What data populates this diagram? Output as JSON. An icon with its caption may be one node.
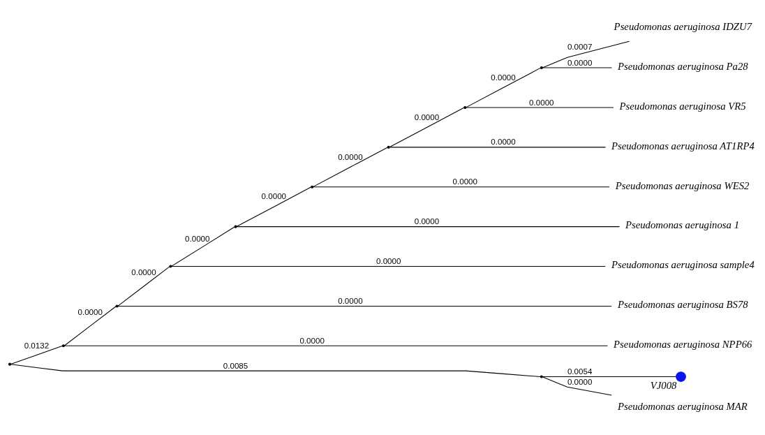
{
  "diagram": {
    "nodes": [
      {
        "text": [],
        "shape": "point"
      },
      {
        "text": [],
        "shape": "point"
      },
      {
        "text": [],
        "shape": "point"
      },
      {
        "text": [],
        "shape": "point"
      },
      {
        "text": [],
        "shape": "point"
      },
      {
        "text": [],
        "shape": "point"
      },
      {
        "text": [],
        "shape": "point"
      },
      {
        "text": [],
        "shape": "point"
      },
      {
        "text": [],
        "shape": "point"
      },
      {
        "text": [],
        "shape": "point"
      },
      {
        "text": [
          "Pseudomonas aeruginosa IDZU7"
        ]
      },
      {
        "text": [
          "Pseudomonas aeruginosa Pa28"
        ]
      },
      {
        "text": [
          "Pseudomonas aeruginosa VR5"
        ]
      },
      {
        "text": [
          "Pseudomonas aeruginosa AT1RP4"
        ]
      },
      {
        "text": [
          "Pseudomonas aeruginosa WES2"
        ]
      },
      {
        "text": [
          "Pseudomonas aeruginosa 1"
        ]
      },
      {
        "text": [
          "Pseudomonas aeruginosa sample4"
        ]
      },
      {
        "text": [
          "Pseudomonas aeruginosa BS78"
        ]
      },
      {
        "text": [
          "Pseudomonas aeruginosa NPP66"
        ]
      },
      {
        "text": [],
        "shape": "circle",
        "beside": [
          "VJ008"
        ]
      },
      {
        "text": [
          "Pseudomonas aeruginosa MAR"
        ]
      }
    ],
    "edges": [
      {
        "from": 0,
        "to": 1,
        "arrow": "none",
        "label": "0.0132"
      },
      {
        "from": 0,
        "to": 9,
        "arrow": "none",
        "label": "0.0085"
      },
      {
        "from": 1,
        "to": 2,
        "arrow": "none",
        "label": "0.0000"
      },
      {
        "from": 1,
        "to": 18,
        "arrow": "none",
        "label": "0.0000"
      },
      {
        "from": 2,
        "to": 3,
        "arrow": "none",
        "label": "0.0000"
      },
      {
        "from": 2,
        "to": 17,
        "arrow": "none",
        "label": "0.0000"
      },
      {
        "from": 3,
        "to": 4,
        "arrow": "none",
        "label": "0.0000"
      },
      {
        "from": 3,
        "to": 16,
        "arrow": "none",
        "label": "0.0000"
      },
      {
        "from": 4,
        "to": 5,
        "arrow": "none",
        "label": "0.0000"
      },
      {
        "from": 4,
        "to": 15,
        "arrow": "none",
        "label": "0.0000"
      },
      {
        "from": 5,
        "to": 6,
        "arrow": "none",
        "label": "0.0000"
      },
      {
        "from": 5,
        "to": 14,
        "arrow": "none",
        "label": "0.0000"
      },
      {
        "from": 6,
        "to": 7,
        "arrow": "none",
        "label": "0.0000"
      },
      {
        "from": 6,
        "to": 13,
        "arrow": "none",
        "label": "0.0000"
      },
      {
        "from": 7,
        "to": 8,
        "arrow": "none",
        "label": "0.0000"
      },
      {
        "from": 7,
        "to": 12,
        "arrow": "none",
        "label": "0.0000"
      },
      {
        "from": 8,
        "to": 10,
        "arrow": "none",
        "label": "0.0007"
      },
      {
        "from": 8,
        "to": 11,
        "arrow": "none",
        "label": "0.0000"
      },
      {
        "from": 9,
        "to": 19,
        "arrow": "none",
        "label": "0.0054"
      },
      {
        "from": 9,
        "to": 20,
        "arrow": "none",
        "label": "0.0000"
      }
    ]
  }
}
